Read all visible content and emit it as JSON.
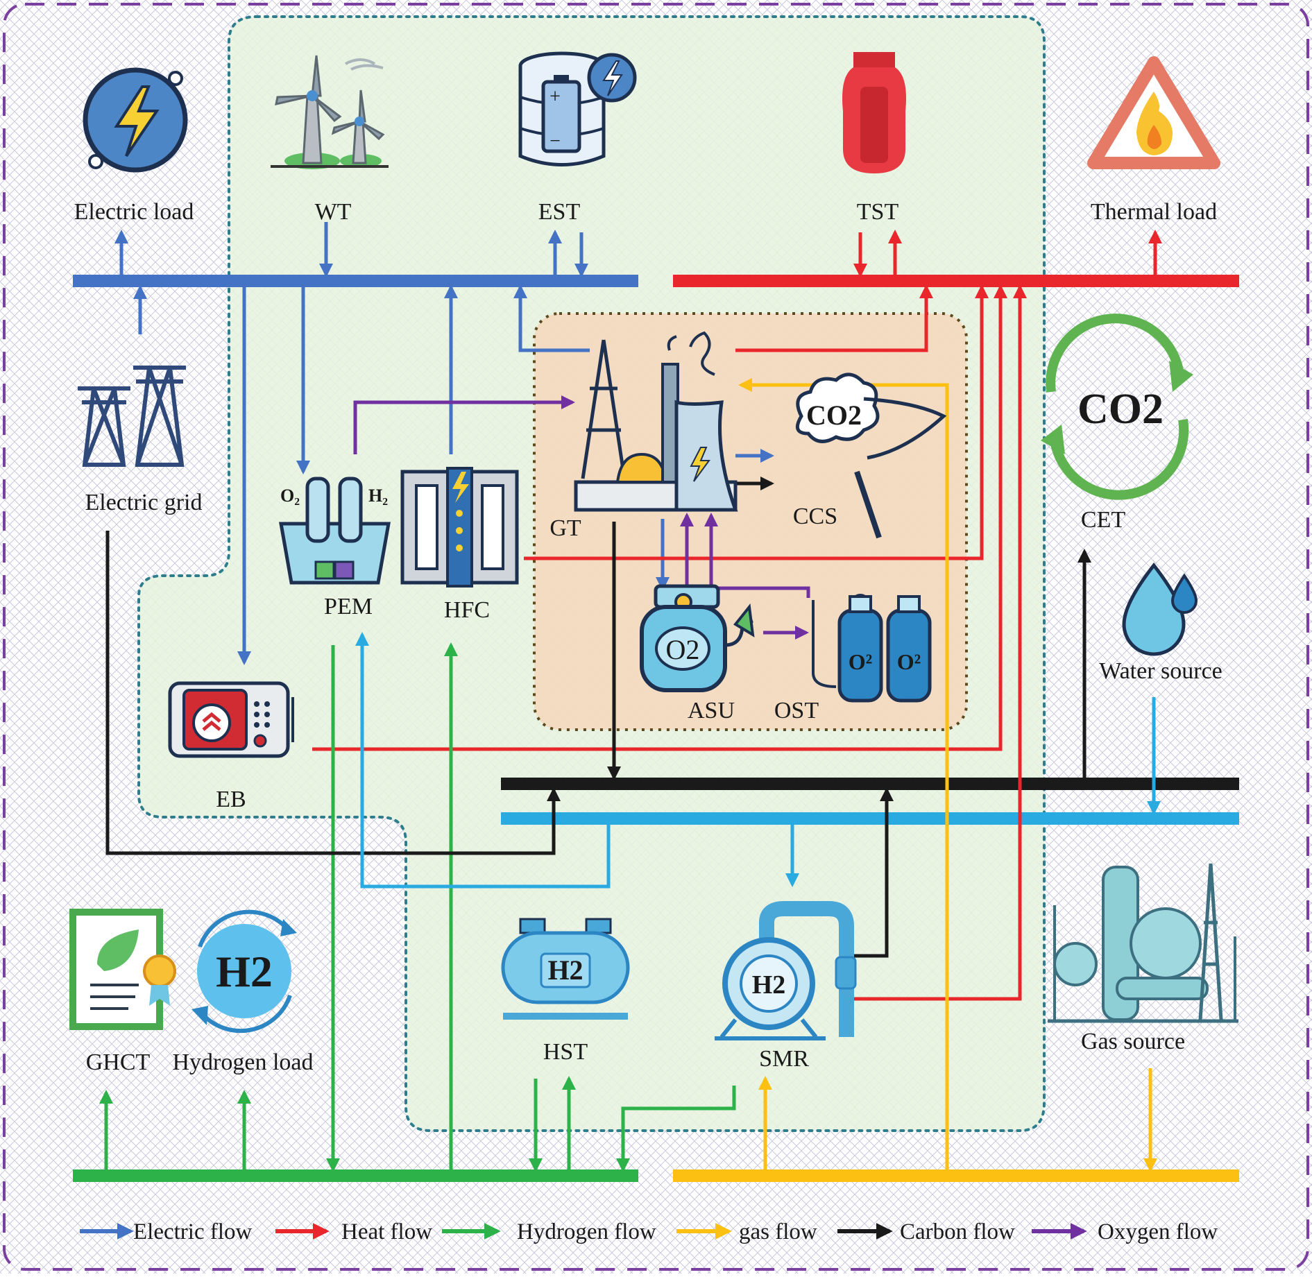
{
  "colors": {
    "electric": "#4472c4",
    "heat": "#e8262b",
    "hydrogen": "#2db24a",
    "gas": "#fcc012",
    "carbon": "#1a1a1a",
    "oxygen": "#7030a0",
    "water": "#29abe2",
    "frame": "#7b3fa0",
    "zone_teal": "#2e7d8c",
    "zone_brown": "#5c4a1e",
    "zone_fill": "#e6f2df",
    "core_fill": "#f3d9be"
  },
  "labels": {
    "electric_load": "Electric load",
    "wt": "WT",
    "est": "EST",
    "tst": "TST",
    "thermal_load": "Thermal load",
    "electric_grid": "Electric grid",
    "cet": "CET",
    "pem": "PEM",
    "hfc": "HFC",
    "gt": "GT",
    "ccs": "CCS",
    "asu": "ASU",
    "ost": "OST",
    "water_source": "Water source",
    "eb": "EB",
    "ghct": "GHCT",
    "hydrogen_load": "Hydrogen load",
    "hst": "HST",
    "smr": "SMR",
    "gas_source": "Gas source"
  },
  "icon_text": {
    "o2_tank": "O2",
    "o2_cylinder": "O²",
    "h2": "H2",
    "co2": "CO2",
    "pem_o2": "O₂",
    "pem_h2": "H₂"
  },
  "legend": [
    {
      "label": "Electric flow",
      "color": "#4472c4"
    },
    {
      "label": "Heat flow",
      "color": "#e8262b"
    },
    {
      "label": "Hydrogen flow",
      "color": "#2db24a"
    },
    {
      "label": "gas flow",
      "color": "#fcc012"
    },
    {
      "label": "Carbon flow",
      "color": "#1a1a1a"
    },
    {
      "label": "Oxygen flow",
      "color": "#7030a0"
    }
  ]
}
